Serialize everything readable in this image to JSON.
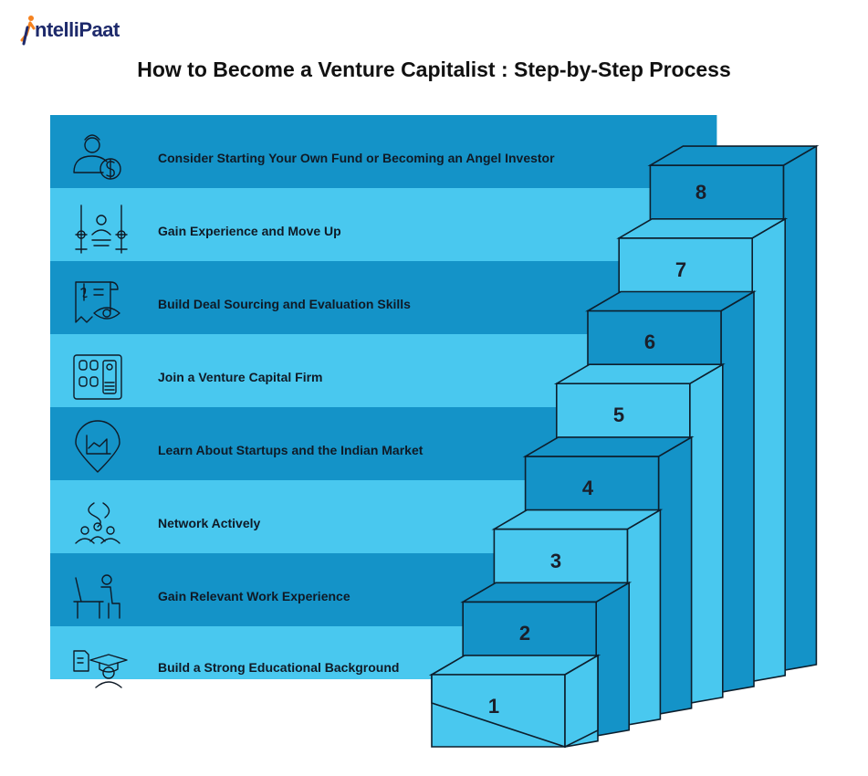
{
  "brand": {
    "name": "ntelliPaat",
    "initial": "I"
  },
  "title": "How to Become a Venture Capitalist : Step-by-Step Process",
  "colors": {
    "dark_band": "#1493c8",
    "light_band": "#49c8ef",
    "stair_outline": "#0d1f2d",
    "logo_text": "#1e2a6b",
    "logo_accent": "#f58220"
  },
  "steps": [
    {
      "number": "1",
      "label": "Build a Strong Educational Background",
      "icon": "graduate-icon"
    },
    {
      "number": "2",
      "label": "Gain Relevant Work Experience",
      "icon": "desk-worker-icon"
    },
    {
      "number": "3",
      "label": "Network Actively",
      "icon": "network-people-icon"
    },
    {
      "number": "4",
      "label": "Learn About Startups and the Indian Market",
      "icon": "market-pin-icon"
    },
    {
      "number": "5",
      "label": "Join a Venture Capital Firm",
      "icon": "office-building-icon"
    },
    {
      "number": "6",
      "label": "Build Deal Sourcing and Evaluation Skills",
      "icon": "document-eye-icon"
    },
    {
      "number": "7",
      "label": "Gain Experience and Move Up",
      "icon": "ladder-up-icon"
    },
    {
      "number": "8",
      "label": "Consider Starting Your Own Fund or Becoming an Angel Investor",
      "icon": "investor-dollar-icon"
    }
  ]
}
